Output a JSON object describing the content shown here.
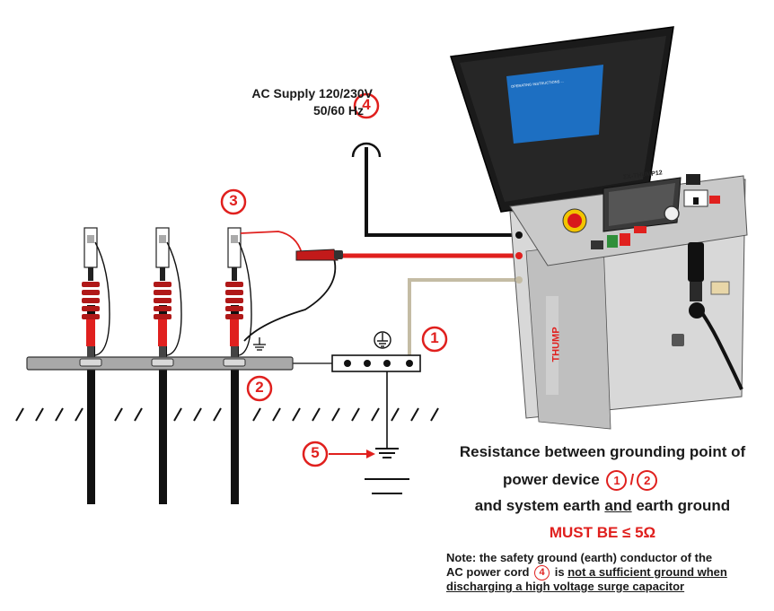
{
  "supply": {
    "line1": "AC Supply 120/230V",
    "line2": "50/60 Hz"
  },
  "badges": {
    "b1": "1",
    "b2": "2",
    "b3": "3",
    "b4": "4",
    "b5": "5"
  },
  "resistance": {
    "line1": "Resistance between grounding point of",
    "line2_text": "power device",
    "line2_separator": "/",
    "line3_part1": "and system earth",
    "line3_and": "and",
    "line3_part2": "earth ground",
    "line4": "MUST BE ≤ 5Ω"
  },
  "note": {
    "line1": "Note: the safety ground (earth) conductor of the",
    "line2_part1": "AC power cord",
    "line2_part2": "is",
    "line2_underlined": "not a sufficient ground when",
    "line3": "discharging a high voltage surge capacitor"
  },
  "device": {
    "model_plate": "ΣX-THUMP12",
    "side_brand": "THUMP",
    "lid_instructions": "OPERATING INSTRUCTIONS ..."
  },
  "colors": {
    "accent_red": "#e0201e",
    "hv_cable": "#e0201e",
    "neutral_cable": "#111111",
    "ground_cable": "#c4bca4",
    "bus_bar": "#9a9a9a",
    "device_body": "#d5d5d5",
    "lid_screen": "#1d6fc2"
  },
  "icons": {
    "ground_symbol": "earth-ground-icon",
    "circled_ground": "protective-earth-icon",
    "plug": "ac-plug-icon",
    "arrow": "right-arrow-icon"
  }
}
